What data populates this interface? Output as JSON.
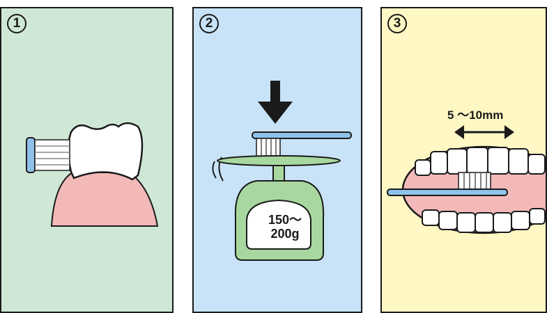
{
  "panels": [
    {
      "number": "1",
      "color": "#cfe8d6"
    },
    {
      "number": "2",
      "color": "#c8e3f7",
      "weight_line1": "150～",
      "weight_line2": "200g"
    },
    {
      "number": "3",
      "color": "#fff7c4",
      "range_label": "5 ～10mm"
    }
  ],
  "icons": [
    "tooth-icon",
    "toothbrush-icon",
    "kitchen-scale-icon",
    "down-arrow-icon",
    "double-arrow-icon",
    "open-mouth-icon"
  ]
}
